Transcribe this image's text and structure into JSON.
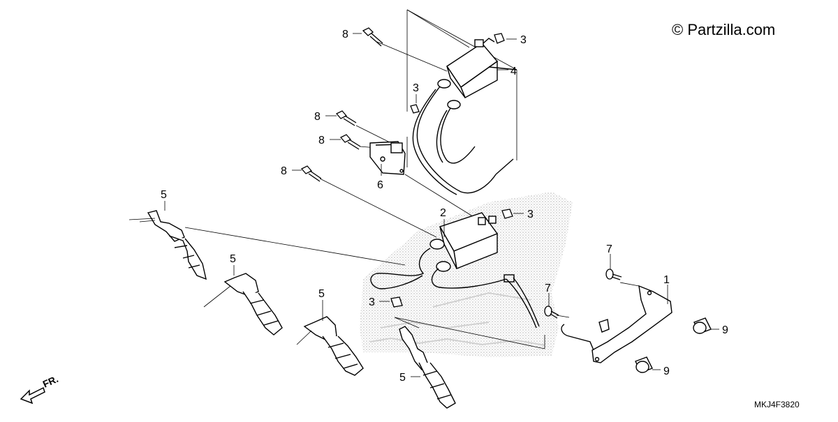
{
  "watermark": "© Partzilla.com",
  "diagram_code": "MKJ4F3820",
  "front_indicator": "FR.",
  "callouts": [
    {
      "id": "c8a",
      "label": "8"
    },
    {
      "id": "c3a",
      "label": "3"
    },
    {
      "id": "c4",
      "label": "4"
    },
    {
      "id": "c3b",
      "label": "3"
    },
    {
      "id": "c8b",
      "label": "8"
    },
    {
      "id": "c8c",
      "label": "8"
    },
    {
      "id": "c6",
      "label": "6"
    },
    {
      "id": "c8d",
      "label": "8"
    },
    {
      "id": "c5a",
      "label": "5"
    },
    {
      "id": "c2",
      "label": "2"
    },
    {
      "id": "c3c",
      "label": "3"
    },
    {
      "id": "c5b",
      "label": "5"
    },
    {
      "id": "c7a",
      "label": "7"
    },
    {
      "id": "c1",
      "label": "1"
    },
    {
      "id": "c7b",
      "label": "7"
    },
    {
      "id": "c3d",
      "label": "3"
    },
    {
      "id": "c5c",
      "label": "5"
    },
    {
      "id": "c9a",
      "label": "9"
    },
    {
      "id": "c5d",
      "label": "5"
    },
    {
      "id": "c9b",
      "label": "9"
    }
  ]
}
